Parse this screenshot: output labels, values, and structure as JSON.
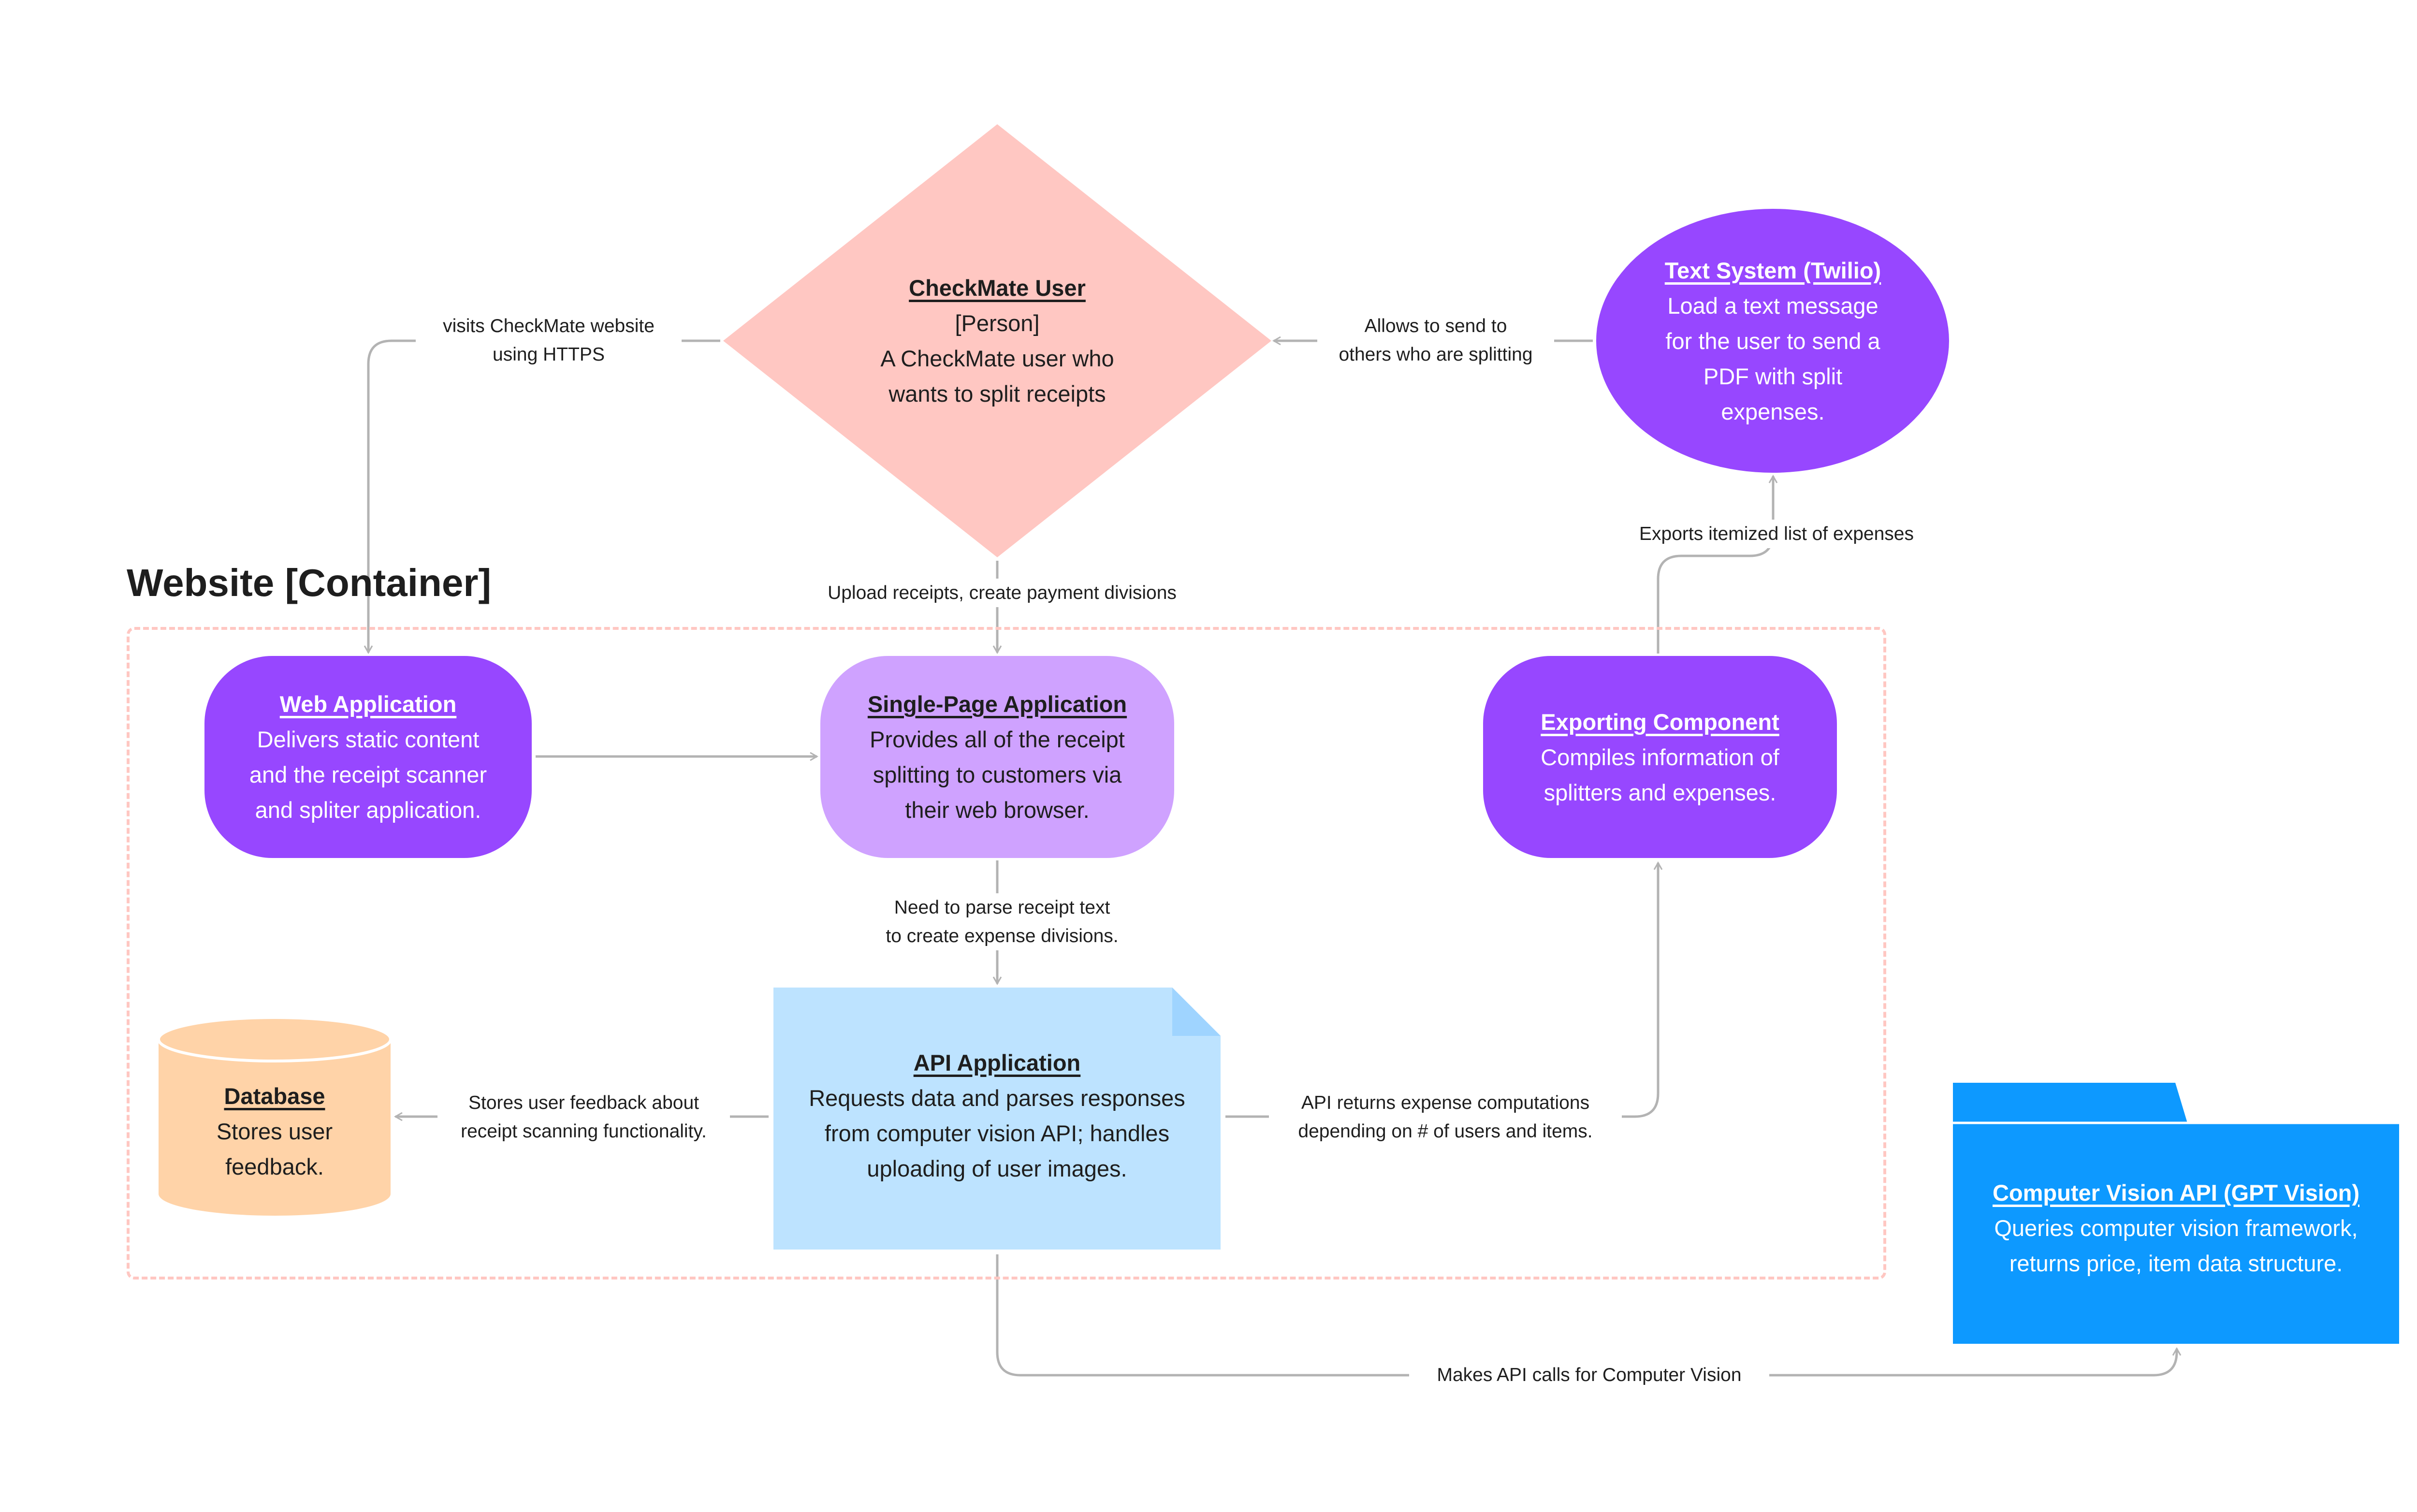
{
  "container": {
    "title": "Website [Container]"
  },
  "nodes": {
    "user": {
      "title": "CheckMate User",
      "lines": [
        "[Person]",
        "A CheckMate user who",
        "wants to split receipts"
      ],
      "shape": "diamond",
      "color": "#ffc7c2"
    },
    "text_system": {
      "title": "Text System (Twilio)",
      "lines": [
        "Load a text message",
        "for the user to send a",
        "PDF with split",
        "expenses."
      ],
      "shape": "ellipse",
      "color": "#9747ff"
    },
    "web_app": {
      "title": "Web Application",
      "lines": [
        "Delivers static content",
        "and the receipt scanner",
        "and spliter application."
      ],
      "shape": "rounded-rect",
      "color": "#9747ff"
    },
    "spa": {
      "title": "Single-Page Application",
      "lines": [
        "Provides all of the receipt",
        "splitting to customers via",
        "their web browser."
      ],
      "shape": "rounded-rect",
      "color": "#cfa2ff"
    },
    "exporting": {
      "title": "Exporting Component",
      "lines": [
        "Compiles information of",
        "splitters and expenses."
      ],
      "shape": "rounded-rect",
      "color": "#9747ff"
    },
    "api_app": {
      "title": "API Application",
      "lines": [
        "Requests data and parses responses",
        "from computer vision API; handles",
        "uploading of user images."
      ],
      "shape": "document",
      "color": "#bde3ff"
    },
    "database": {
      "title": "Database",
      "lines": [
        "Stores user",
        "feedback."
      ],
      "shape": "cylinder",
      "color": "#ffd3a8"
    },
    "cv_api": {
      "title": "Computer Vision API (GPT Vision)",
      "lines": [
        "Queries computer vision framework,",
        "returns price, item data structure."
      ],
      "shape": "folder",
      "color": "#0d99ff"
    }
  },
  "edges": {
    "visits": [
      "visits CheckMate website",
      "using HTTPS"
    ],
    "upload": [
      "Upload receipts, create payment divisions"
    ],
    "allows": [
      "Allows to send to",
      "others who are splitting"
    ],
    "exports": [
      "Exports itemized list of expenses"
    ],
    "need_parse": [
      "Need to parse receipt text",
      "to create expense divisions."
    ],
    "stores": [
      "Stores user feedback about",
      "receipt scanning functionality."
    ],
    "api_returns": [
      "API returns expense computations",
      "depending on # of users and items."
    ],
    "makes_calls": [
      "Makes API calls for Computer Vision"
    ]
  },
  "colors": {
    "arrow": "#b3b3b3",
    "text": "#1e1e1e",
    "container_border": "#ffc7c2"
  }
}
